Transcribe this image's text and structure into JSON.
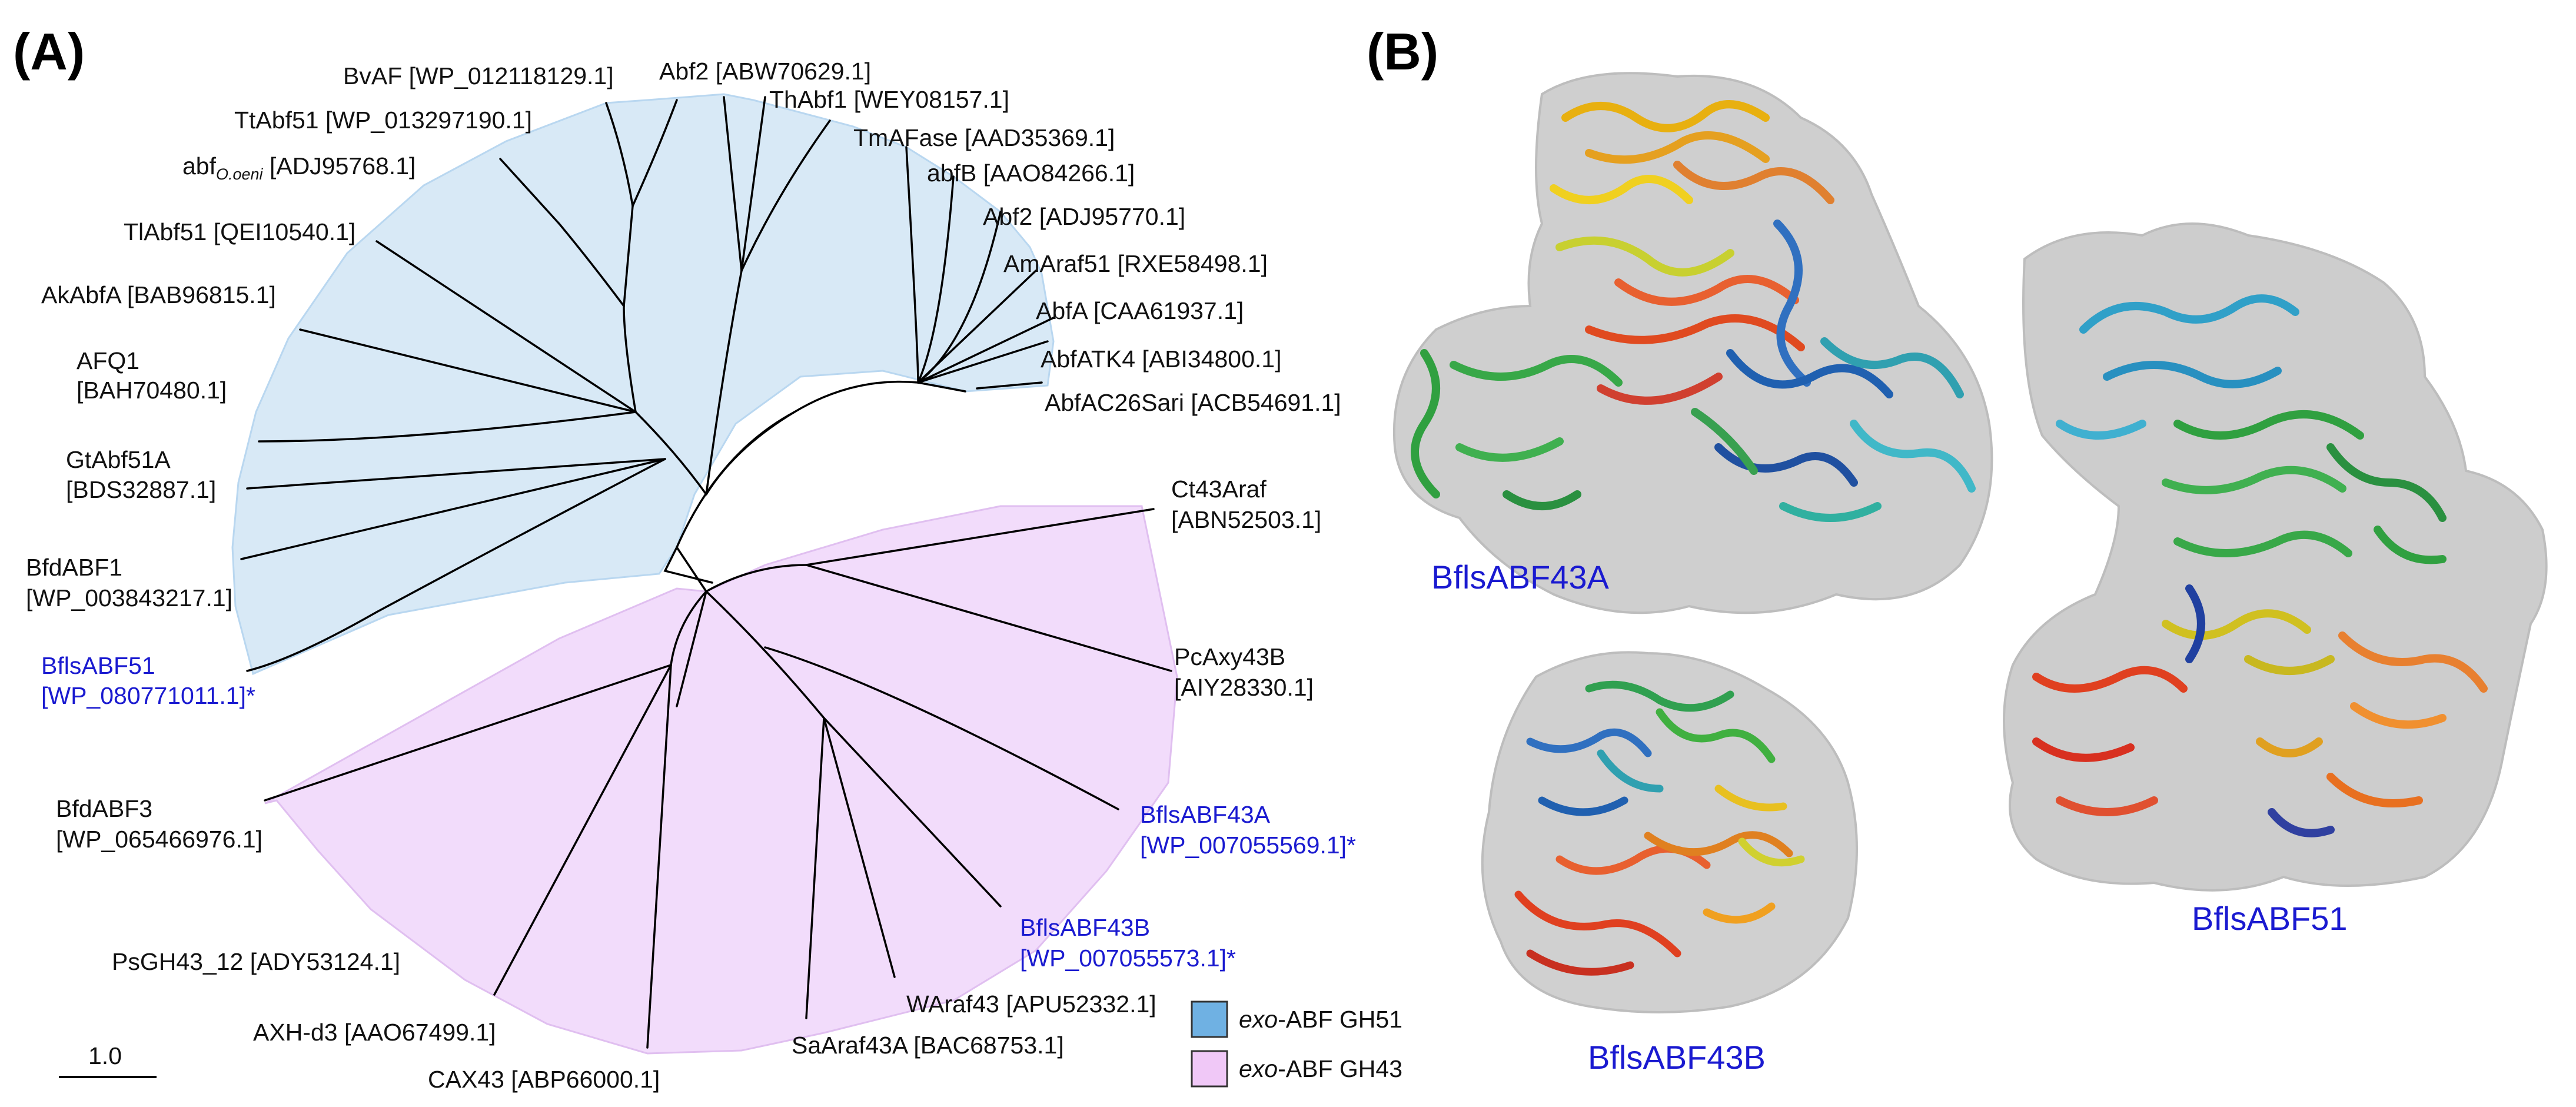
{
  "panels": {
    "a": "(A)",
    "b": "(B)"
  },
  "colors": {
    "gh51_fill": "#d8e9f6",
    "gh43_fill": "#f2dcfb",
    "branch": "#000000",
    "highlight_text": "#1a1ad0",
    "legend_gh51_swatch": "#6fb1e3",
    "legend_gh43_swatch": "#f0c8f7",
    "surface": "#c9c9c9"
  },
  "tree": {
    "scale_label": "1.0",
    "gh51_leaves": [
      {
        "name": "BvAF [WP_012118129.1]"
      },
      {
        "name": "Abf2 [ABW70629.1]"
      },
      {
        "name": "ThAbf1 [WEY08157.1]"
      },
      {
        "name": "TtAbf51 [WP_013297190.1]"
      },
      {
        "name": "TmAFase [AAD35369.1]"
      },
      {
        "name": "abfB [AAO84266.1]"
      },
      {
        "name_main": "abf",
        "name_sub": "O.oeni",
        "name_tail": " [ADJ95768.1]"
      },
      {
        "name": "Abf2 [ADJ95770.1]"
      },
      {
        "name": "TlAbf51 [QEI10540.1]"
      },
      {
        "name": "AmAraf51 [RXE58498.1]"
      },
      {
        "name": "AkAbfA [BAB96815.1]"
      },
      {
        "name": "AbfA [CAA61937.1]"
      },
      {
        "name": "AbfATK4 [ABI34800.1]"
      },
      {
        "name": "AbfAC26Sari [ACB54691.1]"
      },
      {
        "name1": "AFQ1",
        "name2": "[BAH70480.1]"
      },
      {
        "name1": "GtAbf51A",
        "name2": "[BDS32887.1]"
      },
      {
        "name1": "BfdABF1",
        "name2": "[WP_003843217.1]"
      },
      {
        "name1": "BflsABF51",
        "name2": "[WP_080771011.1]*",
        "highlight": true
      }
    ],
    "gh43_leaves": [
      {
        "name1": "Ct43Araf",
        "name2": "[ABN52503.1]"
      },
      {
        "name1": "PcAxy43B",
        "name2": "[AIY28330.1]"
      },
      {
        "name1": "BflsABF43A",
        "name2": "[WP_007055569.1]*",
        "highlight": true
      },
      {
        "name1": "BflsABF43B",
        "name2": "[WP_007055573.1]*",
        "highlight": true
      },
      {
        "name1": "BfdABF3",
        "name2": "[WP_065466976.1]"
      },
      {
        "name": "WAraf43 [APU52332.1]"
      },
      {
        "name": "PsGH43_12 [ADY53124.1]"
      },
      {
        "name": "SaAraf43A [BAC68753.1]"
      },
      {
        "name": "AXH-d3 [AAO67499.1]"
      },
      {
        "name": "CAX43 [ABP66000.1]"
      }
    ]
  },
  "legend": {
    "gh51_italic": "exo",
    "gh51_rest": "-ABF GH51",
    "gh43_italic": "exo",
    "gh43_rest": "-ABF GH43"
  },
  "structures": [
    {
      "name": "BflsABF43A"
    },
    {
      "name": "BflsABF43B"
    },
    {
      "name": "BflsABF51"
    }
  ]
}
